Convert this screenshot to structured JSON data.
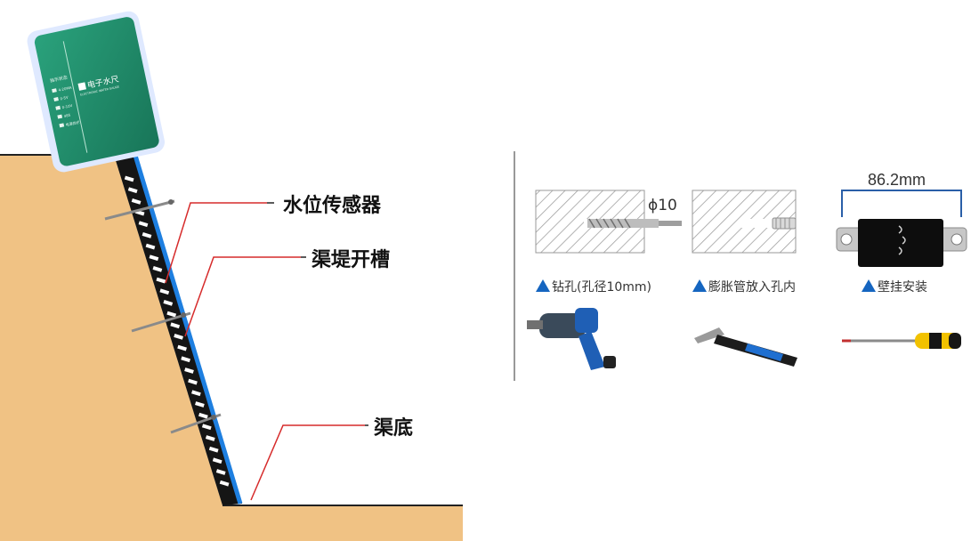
{
  "left_diagram": {
    "labels": {
      "sensor": "水位传感器",
      "groove": "渠堤开槽",
      "bottom": "渠底"
    },
    "device": {
      "brand": "电子水尺",
      "subtitle": "ELECTRONIC WATER GAUGE",
      "panel_title": "指示状态",
      "legend": [
        "4-20MA",
        "0-5V",
        "0-10V",
        "485",
        "电源指示"
      ]
    },
    "colors": {
      "soil": "#f0c284",
      "device_green": "#1f8a6a",
      "rod_blue": "#1e7fe0",
      "leader_red": "#d62b2b"
    }
  },
  "right_panel": {
    "diameter_label": "ϕ10",
    "dimension_label": "86.2mm",
    "captions": {
      "drill": "钻孔(孔径10mm)",
      "expansion": "膨胀管放入孔内",
      "mount": "壁挂安装"
    },
    "tools": [
      "drill-icon",
      "hammer-icon",
      "screwdriver-icon"
    ]
  }
}
